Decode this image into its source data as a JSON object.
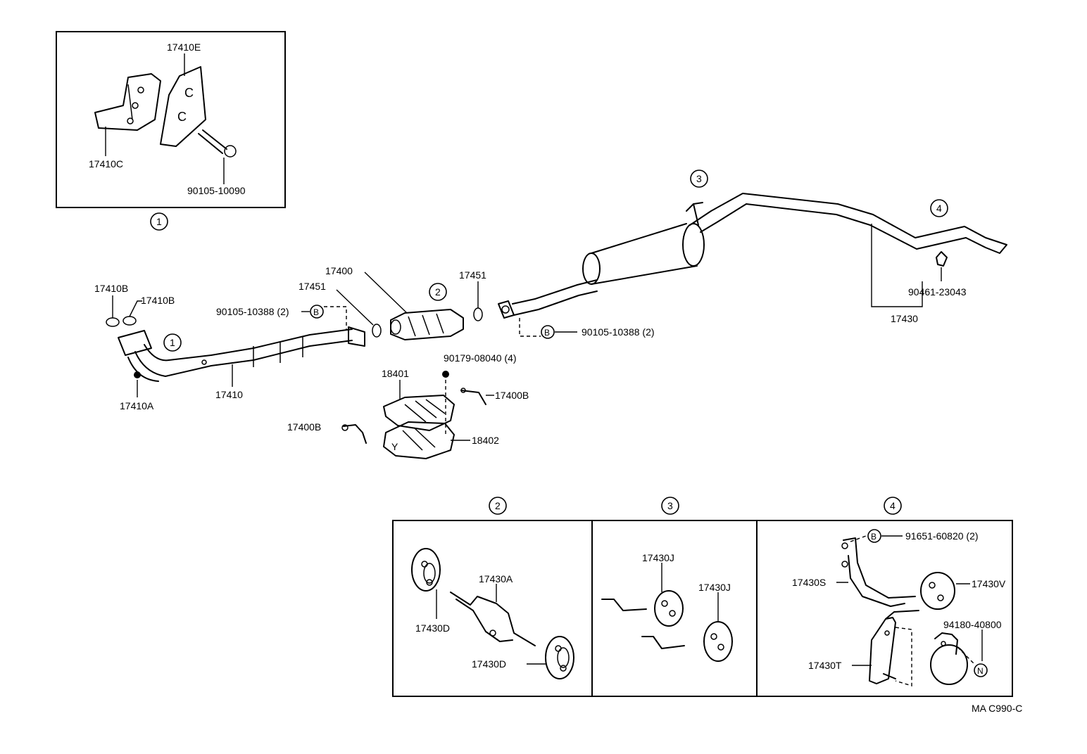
{
  "labels": {
    "p17410E": "17410E",
    "p17410C": "17410C",
    "p90105_10090": "90105-10090",
    "p17410B_a": "17410B",
    "p17410B_b": "17410B",
    "p90105_10388_left": "90105-10388 (2)",
    "p17451_left": "17451",
    "p17400": "17400",
    "p17451_right": "17451",
    "p90105_10388_right": "90105-10388 (2)",
    "p17410A": "17410A",
    "p17410": "17410",
    "p90179_08040": "90179-08040 (4)",
    "p18401": "18401",
    "p17400B_right": "17400B",
    "p17400B_left": "17400B",
    "p18402": "18402",
    "p90461_23043": "90461-23043",
    "p17430": "17430",
    "p17430A": "17430A",
    "p17430D_a": "17430D",
    "p17430D_b": "17430D",
    "p17430J_a": "17430J",
    "p17430J_b": "17430J",
    "p91651_60820": "91651-60820 (2)",
    "p17430S": "17430S",
    "p17430V": "17430V",
    "p94180_40800": "94180-40800",
    "p17430T": "17430T",
    "ref_code": "MA C990-C"
  },
  "callouts": {
    "one": "1",
    "two": "2",
    "three": "3",
    "four": "4",
    "b": "B",
    "n": "N"
  }
}
